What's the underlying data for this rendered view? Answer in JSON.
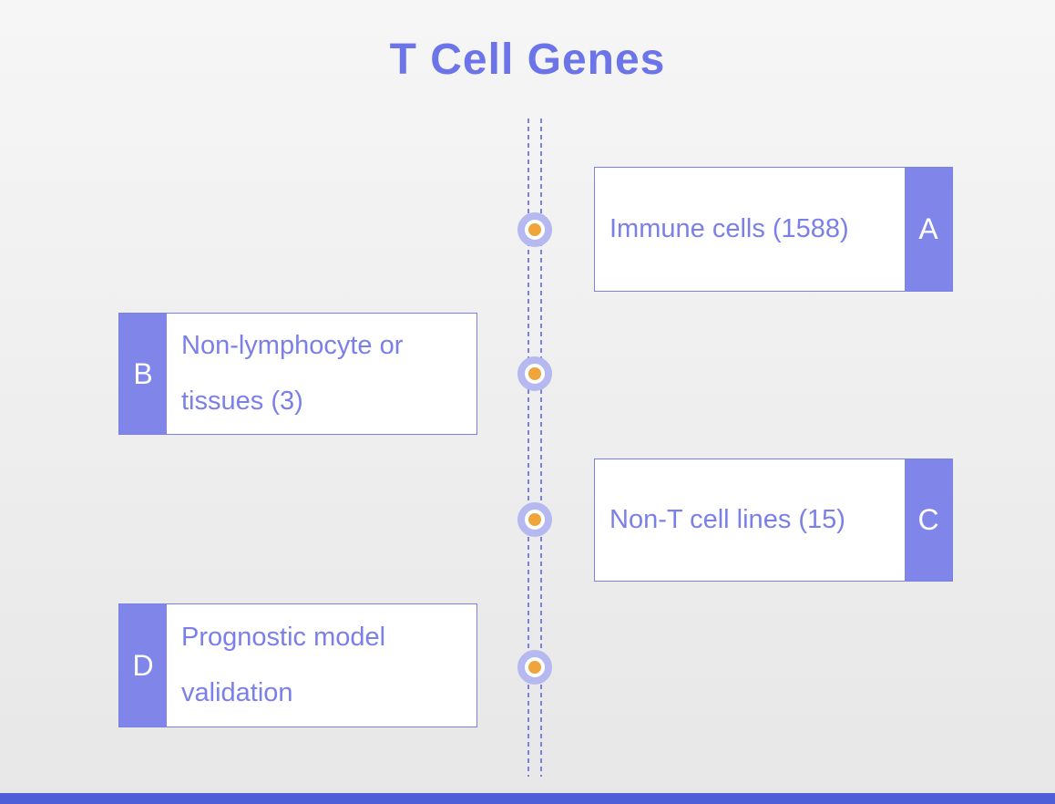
{
  "title": "T Cell Genes",
  "colors": {
    "accent": "#7b80e8",
    "title": "#6b74e8",
    "card_text": "#7b80e8",
    "tab_bg": "#8085ea",
    "tab_text": "#ffffff",
    "node_ring": "#b6b8f0",
    "node_dot": "#f0a43c",
    "bottom_bar": "#4f5fd8",
    "bg_top": "#f6f6f6",
    "bg_bottom": "#e7e7e7",
    "card_bg": "#ffffff"
  },
  "cards": [
    {
      "label": "A",
      "side": "right",
      "lines": [
        "Immune cells (1588)"
      ]
    },
    {
      "label": "B",
      "side": "left",
      "lines": [
        "Non-lymphocyte or",
        "tissues (3)"
      ]
    },
    {
      "label": "C",
      "side": "right",
      "lines": [
        "Non-T cell lines (15)"
      ]
    },
    {
      "label": "D",
      "side": "left",
      "lines": [
        "Prognostic model",
        "validation"
      ]
    }
  ]
}
